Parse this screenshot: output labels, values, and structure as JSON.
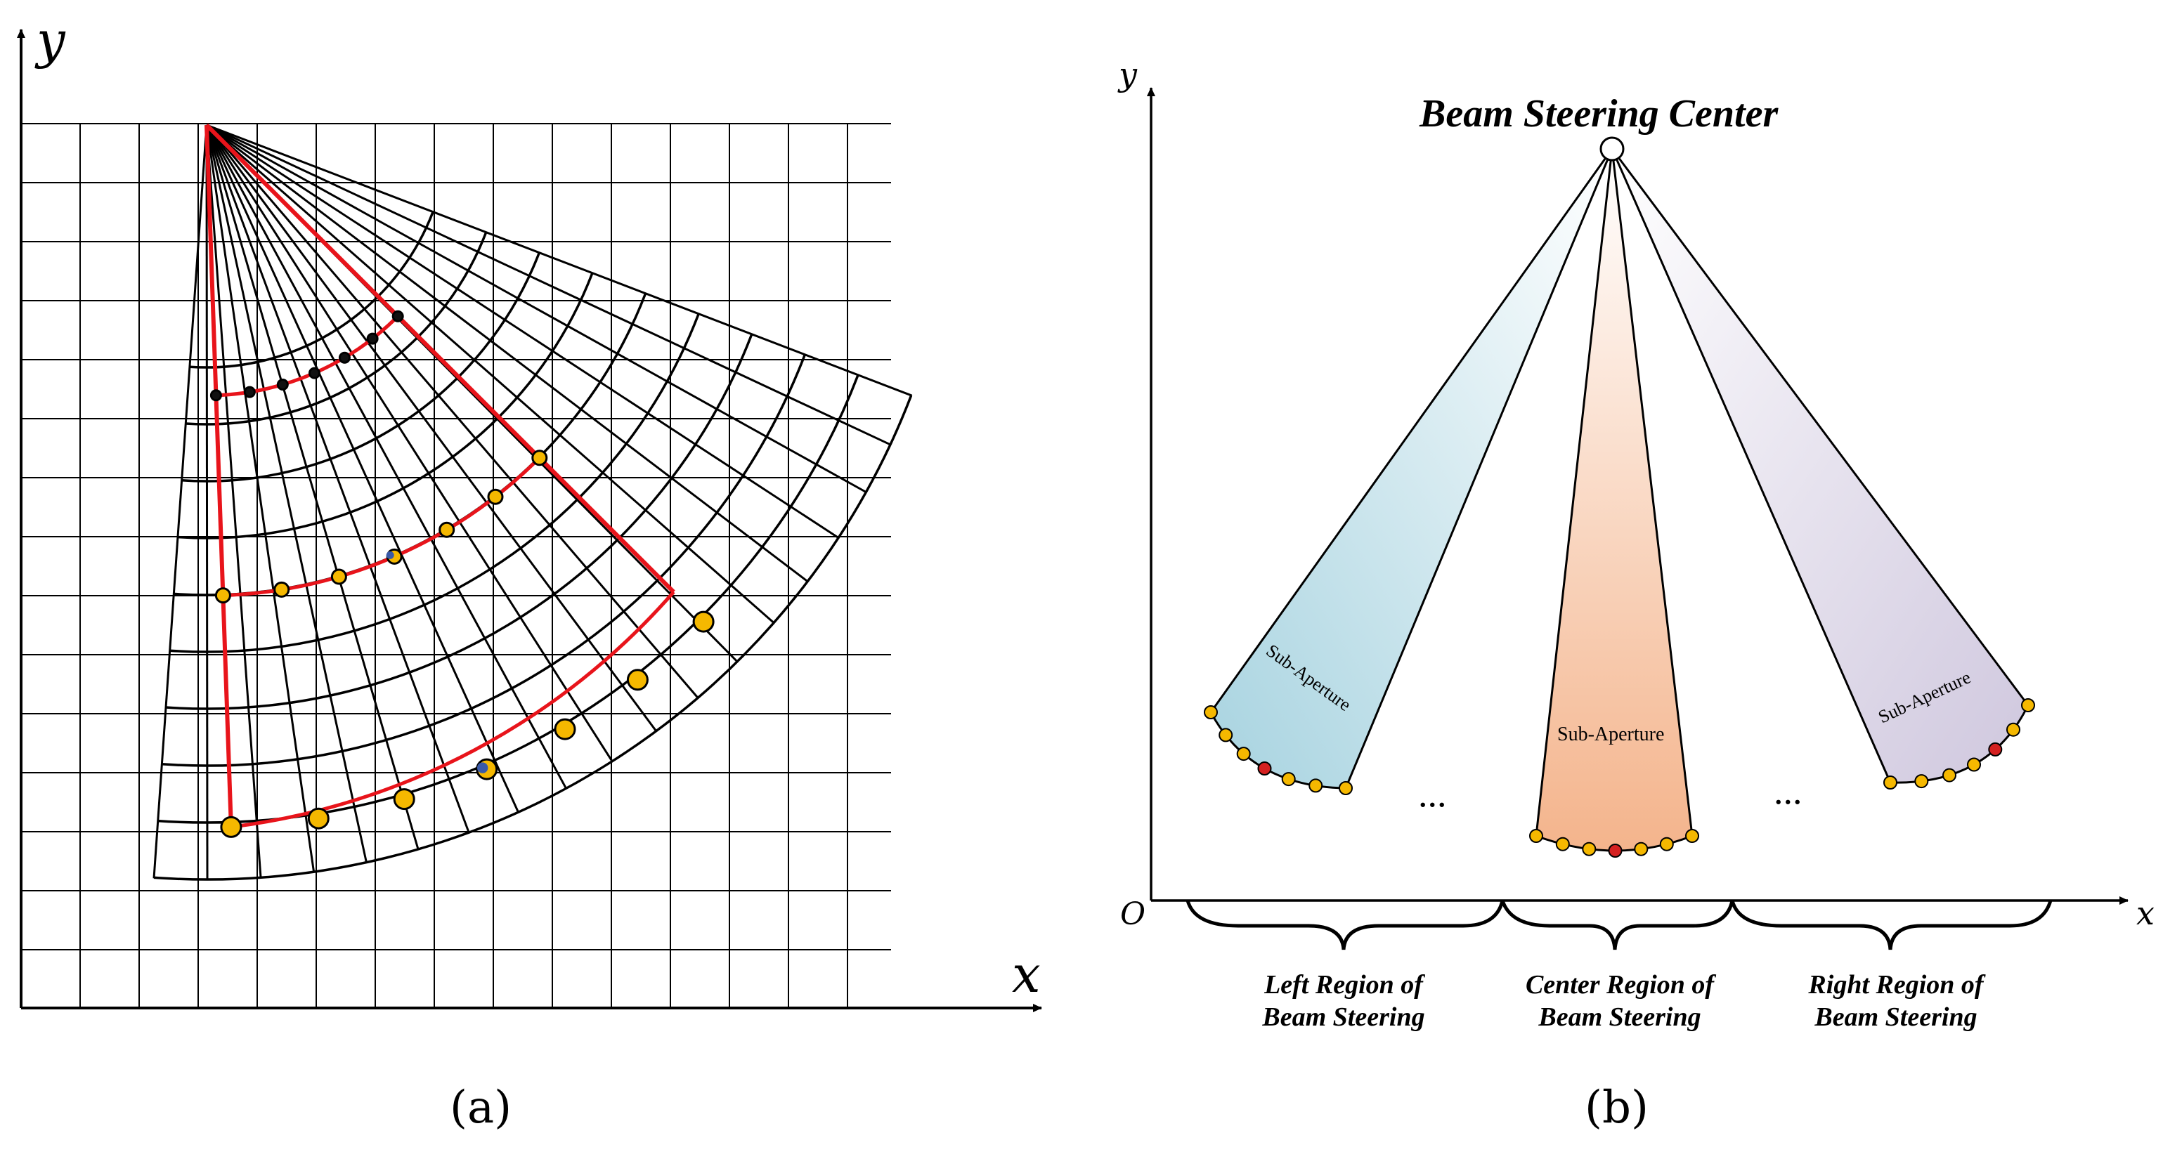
{
  "panel_a": {
    "label": "(a)",
    "axis_y": "y",
    "axis_x": "x",
    "colors": {
      "grid": "#000000",
      "fan": "#000000",
      "highlight": "#e8141b",
      "dot": "#f5b800",
      "dot_mark": "#3a5aa8",
      "small_dot": "#111111"
    }
  },
  "panel_b": {
    "label": "(b)",
    "title": "Beam Steering Center",
    "axis_y": "y",
    "axis_x": "x",
    "origin": "O",
    "sub_aperture_label": "Sub-Aperture",
    "ellipsis": "...",
    "regions": [
      {
        "line1": "Left Region of",
        "line2": "Beam Steering"
      },
      {
        "line1": "Center Region of",
        "line2": "Beam Steering"
      },
      {
        "line1": "Right Region of",
        "line2": "Beam Steering"
      }
    ],
    "colors": {
      "left_beam": "#a7d3e0",
      "center_beam": "#f4b48c",
      "right_beam": "#cfc7de",
      "dot": "#f5b800",
      "dot_center": "#d42020"
    }
  }
}
